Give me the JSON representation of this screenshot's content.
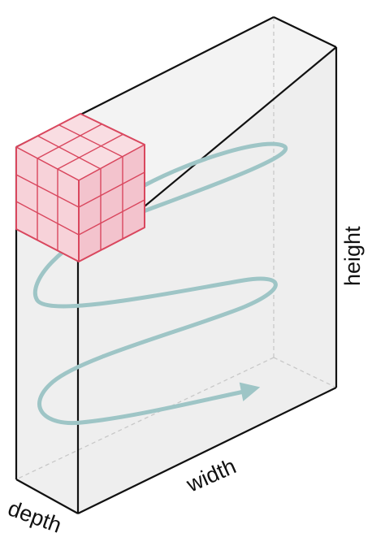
{
  "labels": {
    "height": "height",
    "width": "width",
    "depth": "depth"
  },
  "colors": {
    "block_fill": "#efefef",
    "block_stroke": "#111111",
    "hidden_edge": "#c8c8c8",
    "cube_fill": "#f7d2d9",
    "cube_side_fill": "#f3c3cd",
    "cube_stroke": "#d9475e",
    "path_stroke": "#9ec5c6"
  },
  "icons": {
    "cube": "rubiks-cube-icon",
    "path": "spiral-arrow-icon"
  }
}
